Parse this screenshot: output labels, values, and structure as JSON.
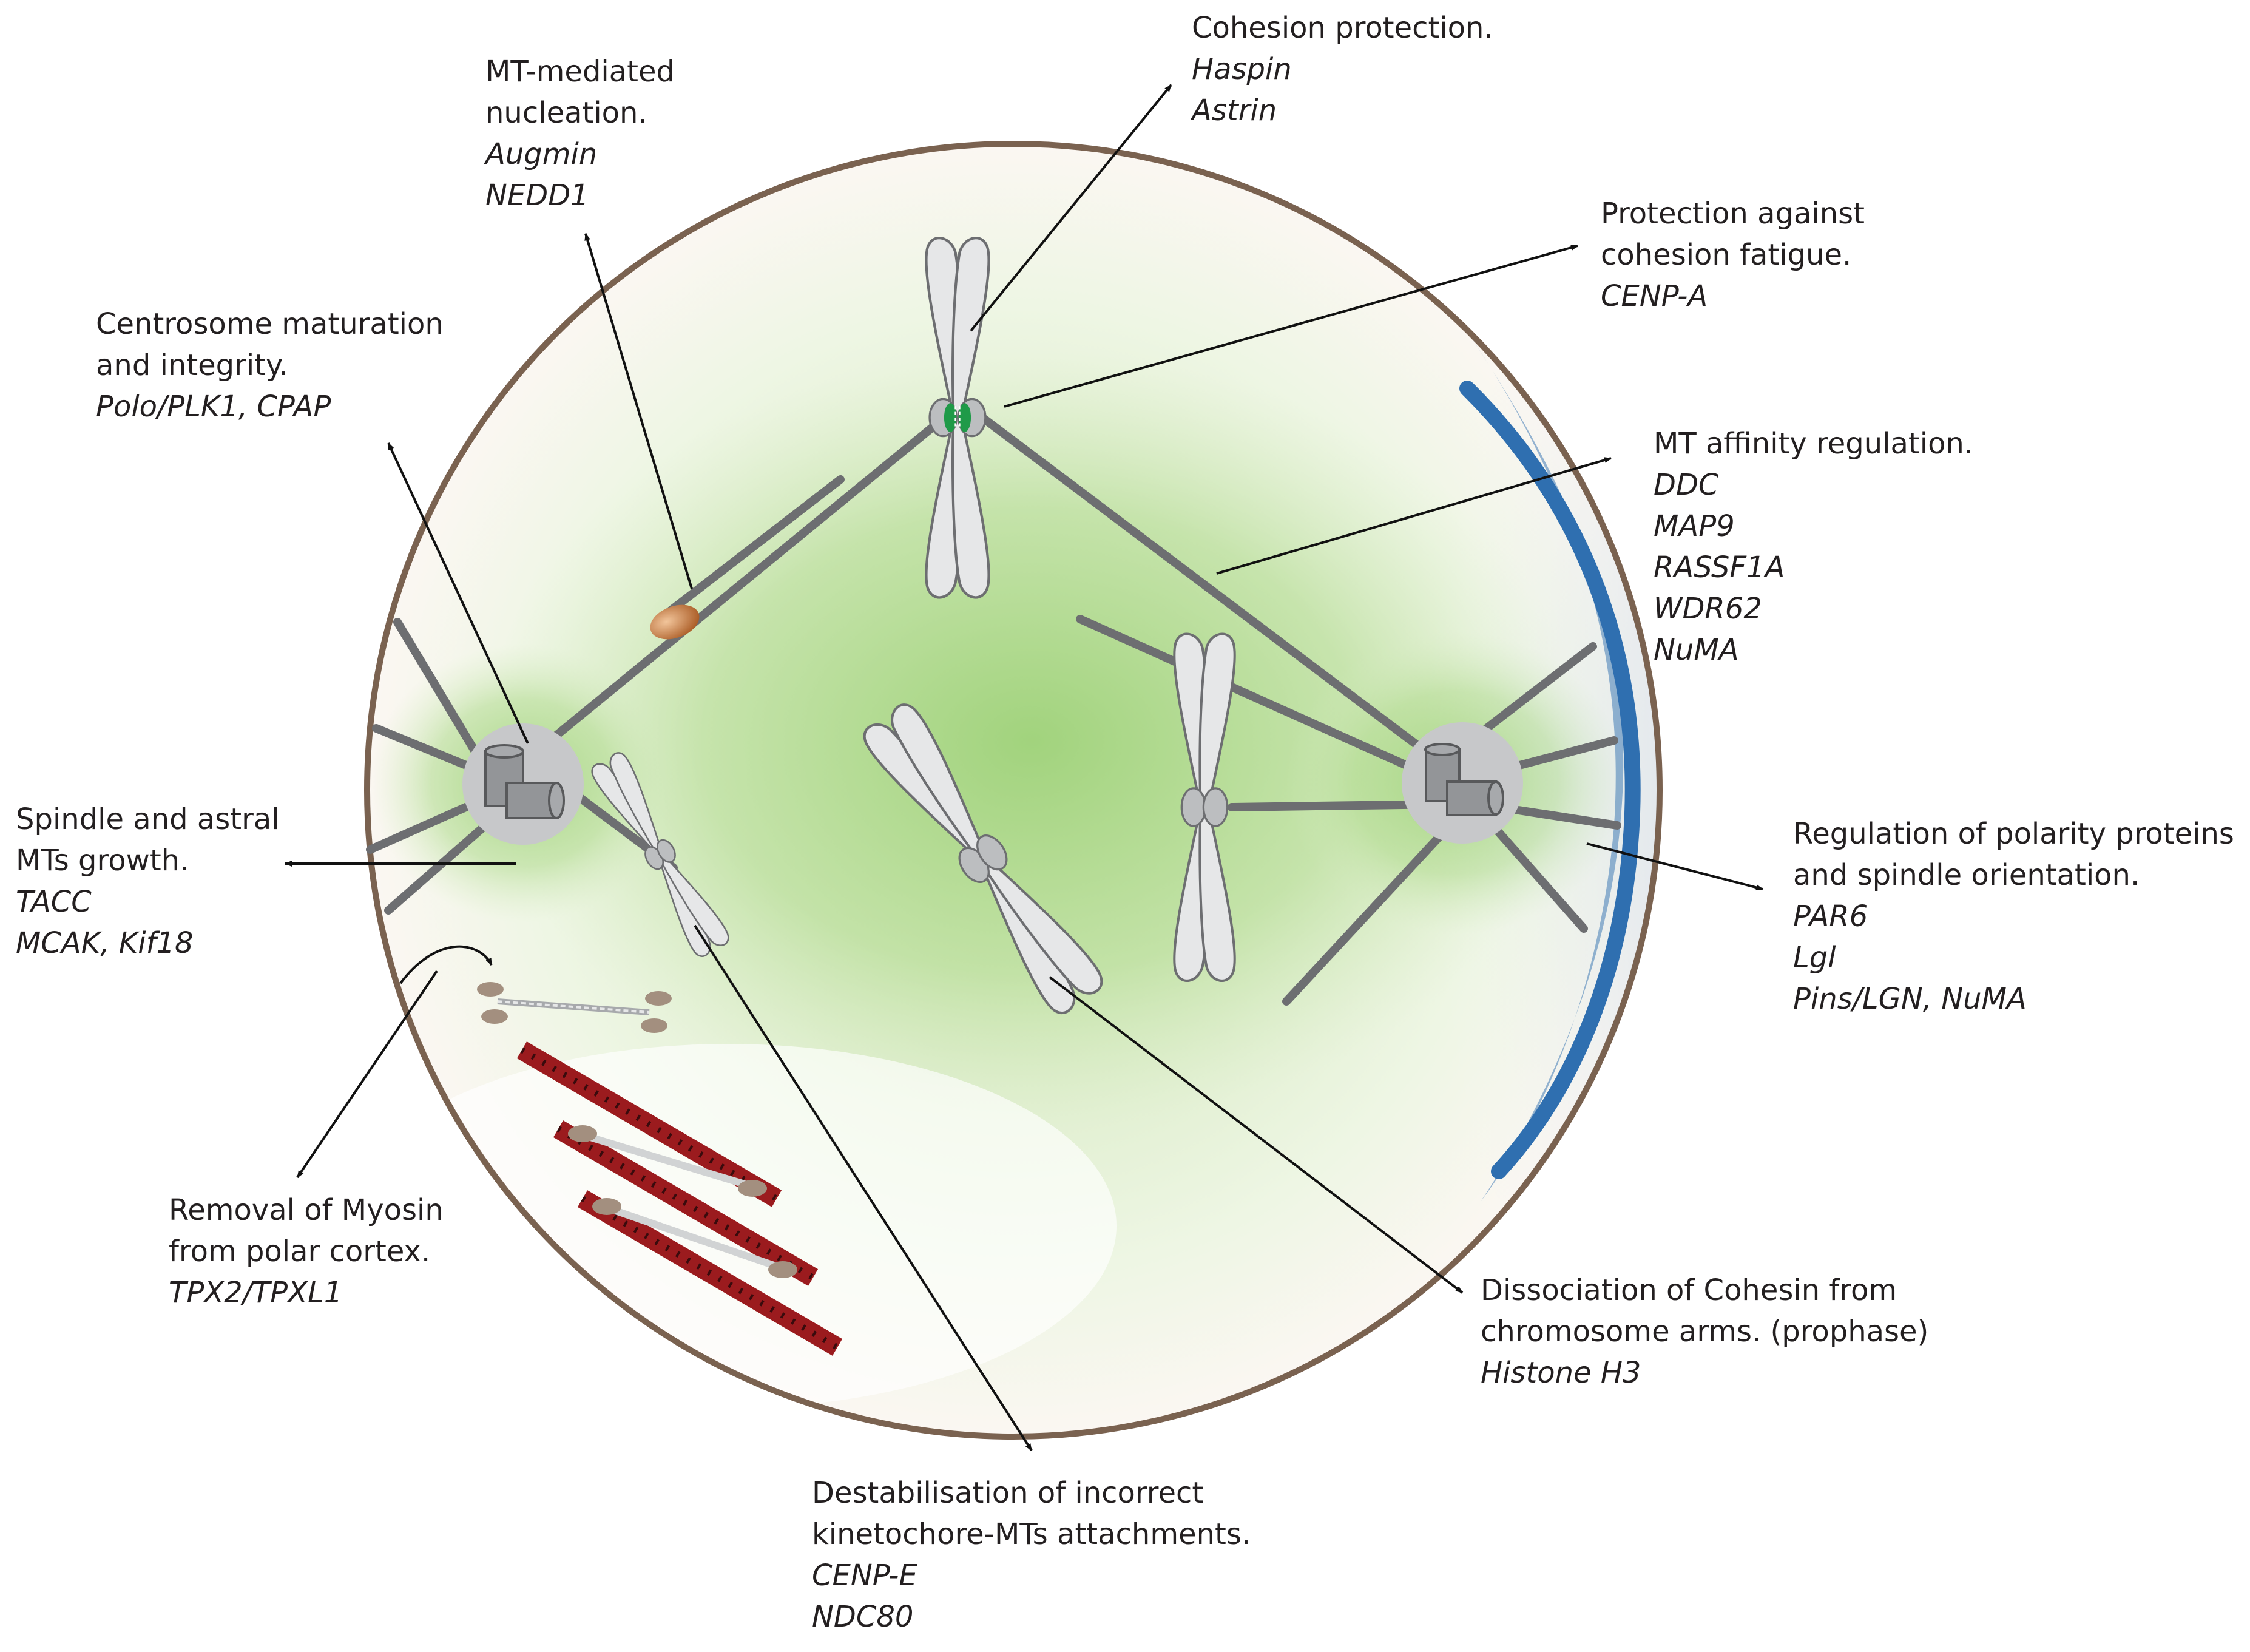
{
  "labels": {
    "mt_nucleation": {
      "title": [
        "MT-mediated",
        "nucleation."
      ],
      "genes": [
        "Augmin",
        "NEDD1"
      ]
    },
    "cohesion_protection": {
      "title": [
        "Cohesion protection."
      ],
      "genes": [
        "Haspin",
        "Astrin"
      ]
    },
    "cohesion_fatigue": {
      "title": [
        "Protection against",
        "cohesion fatigue."
      ],
      "genes": [
        "CENP-A"
      ]
    },
    "centrosome": {
      "title": [
        "Centrosome maturation",
        "and integrity."
      ],
      "genes": [
        "Polo/PLK1, CPAP"
      ]
    },
    "mt_affinity": {
      "title": [
        "MT affinity regulation."
      ],
      "genes": [
        "DDC",
        "MAP9",
        "RASSF1A",
        "WDR62",
        "NuMA"
      ]
    },
    "spindle_growth": {
      "title": [
        "Spindle and astral",
        "MTs growth."
      ],
      "genes": [
        "TACC",
        "MCAK, Kif18"
      ]
    },
    "polarity": {
      "title": [
        "Regulation of polarity proteins",
        "and spindle orientation."
      ],
      "genes": [
        "PAR6",
        "Lgl",
        "Pins/LGN, NuMA"
      ]
    },
    "myosin": {
      "title": [
        "Removal of Myosin",
        "from polar cortex."
      ],
      "genes": [
        "TPX2/TPXL1"
      ]
    },
    "cohesin_dissociation": {
      "title": [
        "Dissociation of Cohesin from",
        "chromosome arms. (prophase)"
      ],
      "genes": [
        "Histone H3"
      ]
    },
    "kinetochore": {
      "title": [
        "Destabilisation of incorrect",
        "kinetochore-MTs attachments."
      ],
      "genes": [
        "CENP-E",
        "NDC80"
      ]
    }
  },
  "colors": {
    "cell_membrane": "#7a6250",
    "cortex_blue": "#2f6fb0",
    "spindle_green": "#9fd27a",
    "microtubule": "#6d6e71",
    "chromosome_fill": "#e6e7e8",
    "chromosome_stroke": "#6d6e71",
    "centromere_green": "#1f9a48",
    "actin_red": "#9b1b1e",
    "nucleation_particle": "#c8743a"
  }
}
